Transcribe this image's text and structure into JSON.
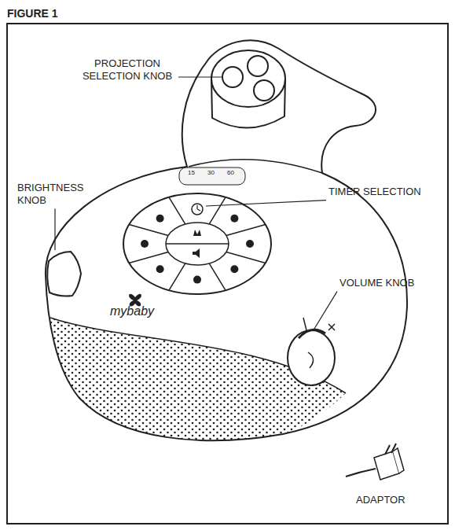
{
  "diagram": {
    "title": "FIGURE 1",
    "labels": [
      "PROJECTION SELECTION KNOB",
      "BRIGHTNESS KNOB",
      "TIMER SELECTION",
      "VOLUME KNOB",
      "ADAPTOR",
      "15",
      "30",
      "60",
      "mybaby"
    ]
  }
}
